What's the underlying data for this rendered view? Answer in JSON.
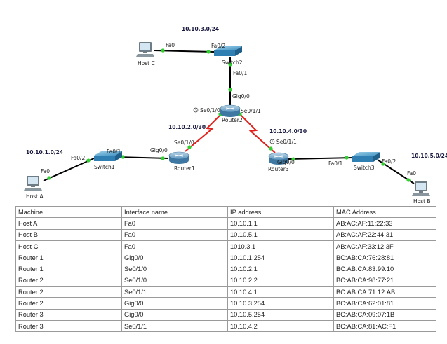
{
  "diagram": {
    "nodes": {
      "host_c": "Host C",
      "switch2": "Switch2",
      "router2": "Router2",
      "host_a": "Host A",
      "switch1": "Switch1",
      "router1": "Router1",
      "router3": "Router3",
      "switch3": "Switch3",
      "host_b": "Host B"
    },
    "networks": {
      "net_3": "10.10.3.0/24",
      "net_1": "10.10.1.0/24",
      "net_2": "10.10.2.0/30",
      "net_4": "10.10.4.0/30",
      "net_5": "10.10.5.0/24"
    },
    "ports": {
      "hc_fa0": "Fa0",
      "s2_fa02": "Fa0/2",
      "s2_fa01": "Fa0/1",
      "r2_gig00": "Gig0/0",
      "r2_se010": "Se0/1/0",
      "r2_se011": "Se0/1/1",
      "r1_se010": "Se0/1/0",
      "r1_gig00": "Gig0/0",
      "s1_fa01": "Fa0/1",
      "s1_fa02": "Fa0/2",
      "ha_fa0": "Fa0",
      "r3_se011": "Se0/1/1",
      "r3_gig00": "Gig0/0",
      "s3_fa01": "Fa0/1",
      "s3_fa02": "Fa0/2",
      "hb_fa0": "Fa0"
    },
    "colors": {
      "ethernet_link": "#000000",
      "serial_link": "#e0201b",
      "port_dot": "#2fd02f",
      "router": "#4f8fb8",
      "switch": "#3b8fc0",
      "pc": "#6e7c86"
    }
  },
  "table": {
    "headers": [
      "Machine",
      "Interface name",
      "IP address",
      "MAC Address"
    ],
    "rows": [
      [
        "Host A",
        "Fa0",
        "10.10.1.1",
        "AB:AC:AF:11:22:33"
      ],
      [
        "Host B",
        "Fa0",
        "10.10.5.1",
        "AB:AC:AF:22:44:31"
      ],
      [
        "Host C",
        "Fa0",
        "1010.3.1",
        "AB:AC:AF:33:12:3F"
      ],
      [
        "Router 1",
        "Gig0/0",
        "10.10.1.254",
        "BC:AB:CA:76:28:81"
      ],
      [
        "Router 1",
        "Se0/1/0",
        "10.10.2.1",
        "BC:AB:CA:83:99:10"
      ],
      [
        "Router 2",
        "Se0/1/0",
        "10.10.2.2",
        "BC:AB:CA:98:77:21"
      ],
      [
        "Router 2",
        "Se0/1/1",
        "10.10.4.1",
        "BC:AB:CA:71:12:AB"
      ],
      [
        "Router 2",
        "Gig0/0",
        "10.10.3.254",
        "BC:AB:CA:62:01:81"
      ],
      [
        "Router 3",
        "Gig0/0",
        "10.10.5.254",
        "BC:AB:CA:09:07:1B"
      ],
      [
        "Router 3",
        "Se0/1/1",
        "10.10.4.2",
        "BC:AB:CA:81:AC:F1"
      ]
    ]
  }
}
